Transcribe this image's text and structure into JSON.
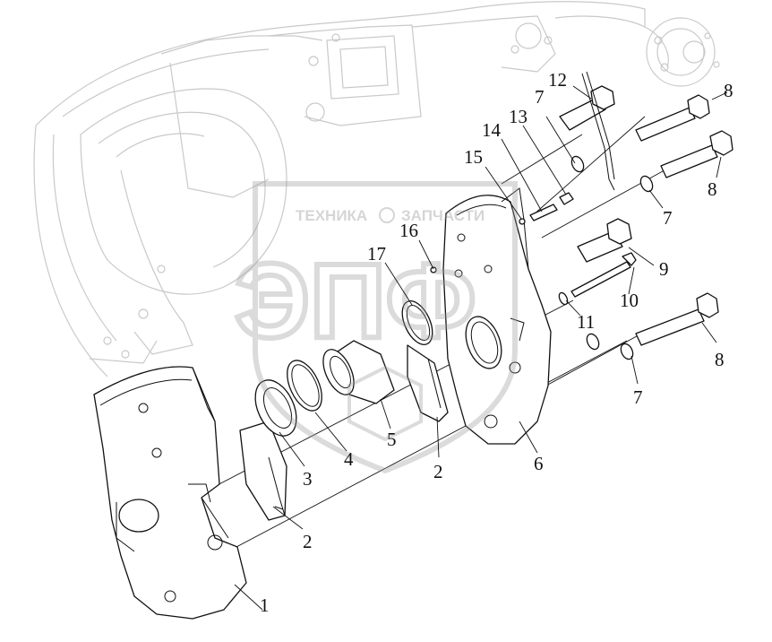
{
  "watermark": {
    "brand_left": "ТЕХНИКА",
    "brand_right": "ЗАПЧАСТИ",
    "big_letters": "ЭПФ"
  },
  "callouts": {
    "c1": "1",
    "c2a": "2",
    "c2b": "2",
    "c3": "3",
    "c4": "4",
    "c5": "5",
    "c6": "6",
    "c7a": "7",
    "c7b": "7",
    "c7c": "7",
    "c8a": "8",
    "c8b": "8",
    "c8c": "8",
    "c9": "9",
    "c10": "10",
    "c11": "11",
    "c12": "12",
    "c13": "13",
    "c14": "14",
    "c15": "15",
    "c16": "16",
    "c17": "17"
  }
}
